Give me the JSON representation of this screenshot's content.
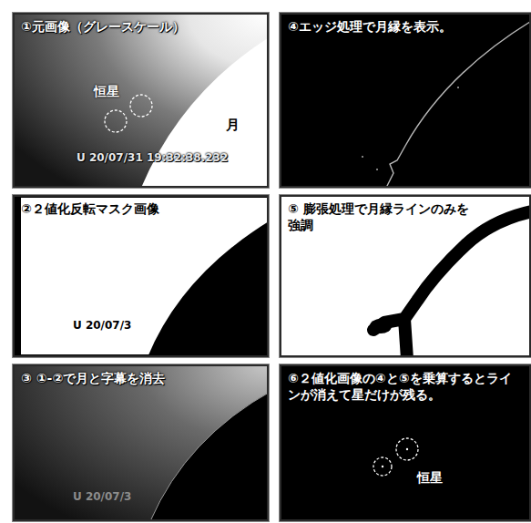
{
  "diagram": {
    "nodes": [
      {
        "text": [
          "①元画像（グレースケール）"
        ]
      },
      {
        "text": [
          "②２値化反転マスク画像"
        ]
      },
      {
        "text": [
          "③ ①-②で月と字幕を消去"
        ]
      },
      {
        "text": [
          "④エッジ処理で月縁を表示。"
        ]
      },
      {
        "text": [
          "⑤ 膨張処理で月縁ラインのみを 強調"
        ]
      },
      {
        "text": [
          "⑥２値化画像の④と⑤を乗算するとラインが消えて星だけが残る。"
        ]
      }
    ],
    "labels": [
      "恒星",
      "月",
      "U 20/07/31 19:32:38.232",
      "U 20/07/3",
      "U 20/07/3",
      "恒星"
    ]
  }
}
